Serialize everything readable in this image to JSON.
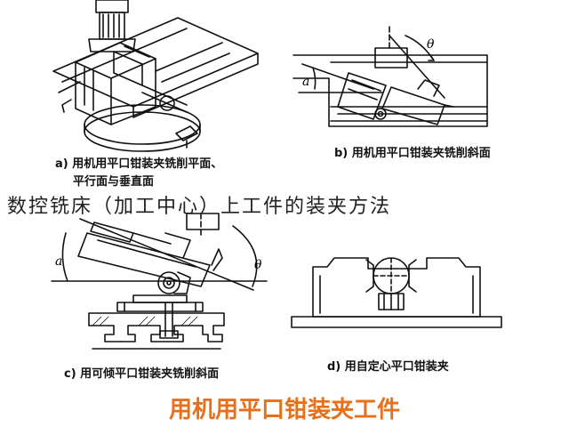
{
  "captions": {
    "a_line1": "a) 用机用平口钳装夹铣削平面、",
    "a_line2": "平行面与垂直面",
    "b": "b) 用机用平口钳装夹铣削斜面",
    "c": "c) 用可倾平口钳装夹铣削斜面",
    "d": "d) 用自定心平口钳装夹"
  },
  "overlay_text": "数控铣床（加工中心）上工件的装夹方法",
  "main_title": "用机用平口钳装夹工件",
  "symbols": {
    "alpha": "a",
    "theta": "θ"
  },
  "colors": {
    "title": "#e8701a",
    "line": "#111111"
  }
}
